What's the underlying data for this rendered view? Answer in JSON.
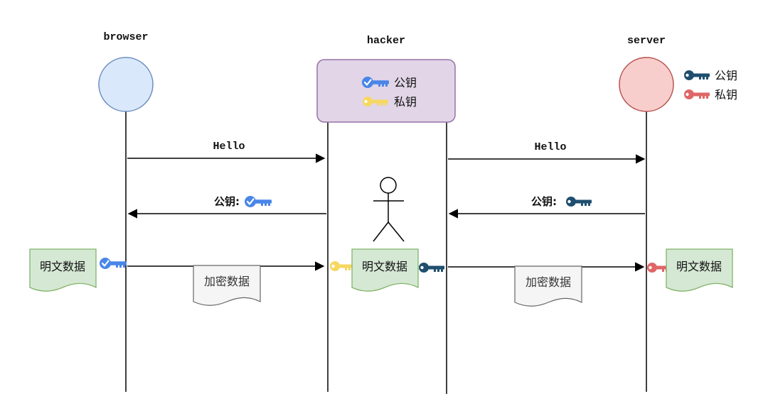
{
  "actors": {
    "browser": {
      "label": "browser"
    },
    "hacker": {
      "label": "hacker",
      "public_key_label": "公钥",
      "private_key_label": "私钥"
    },
    "server": {
      "label": "server",
      "public_key_label": "公钥",
      "private_key_label": "私钥"
    }
  },
  "messages": {
    "hello_left": "Hello",
    "hello_right": "Hello",
    "pubkey_left": "公钥:",
    "pubkey_right": "公钥:",
    "encrypted_left": "加密数据",
    "encrypted_right": "加密数据"
  },
  "documents": {
    "plaintext_browser": "明文数据",
    "plaintext_hacker": "明文数据",
    "plaintext_server": "明文数据"
  },
  "colors": {
    "browser_fill": "#dae8fc",
    "browser_stroke": "#6c8ebf",
    "hacker_fill": "#e1d5e7",
    "hacker_stroke": "#9673a6",
    "server_fill": "#f8cecc",
    "server_stroke": "#b85450",
    "doc_fill": "#d5e8d4",
    "doc_stroke": "#82b366",
    "enc_fill": "#f5f5f5",
    "enc_stroke": "#666666",
    "key_blue": "#4a86e8",
    "key_yellow": "#f6d860",
    "key_navy": "#1f4e6e",
    "key_red": "#e06666"
  },
  "icons": {
    "hacker_public": "blue-check-key-icon",
    "hacker_private": "yellow-key-icon",
    "server_public": "navy-key-icon",
    "server_private": "red-key-icon"
  }
}
